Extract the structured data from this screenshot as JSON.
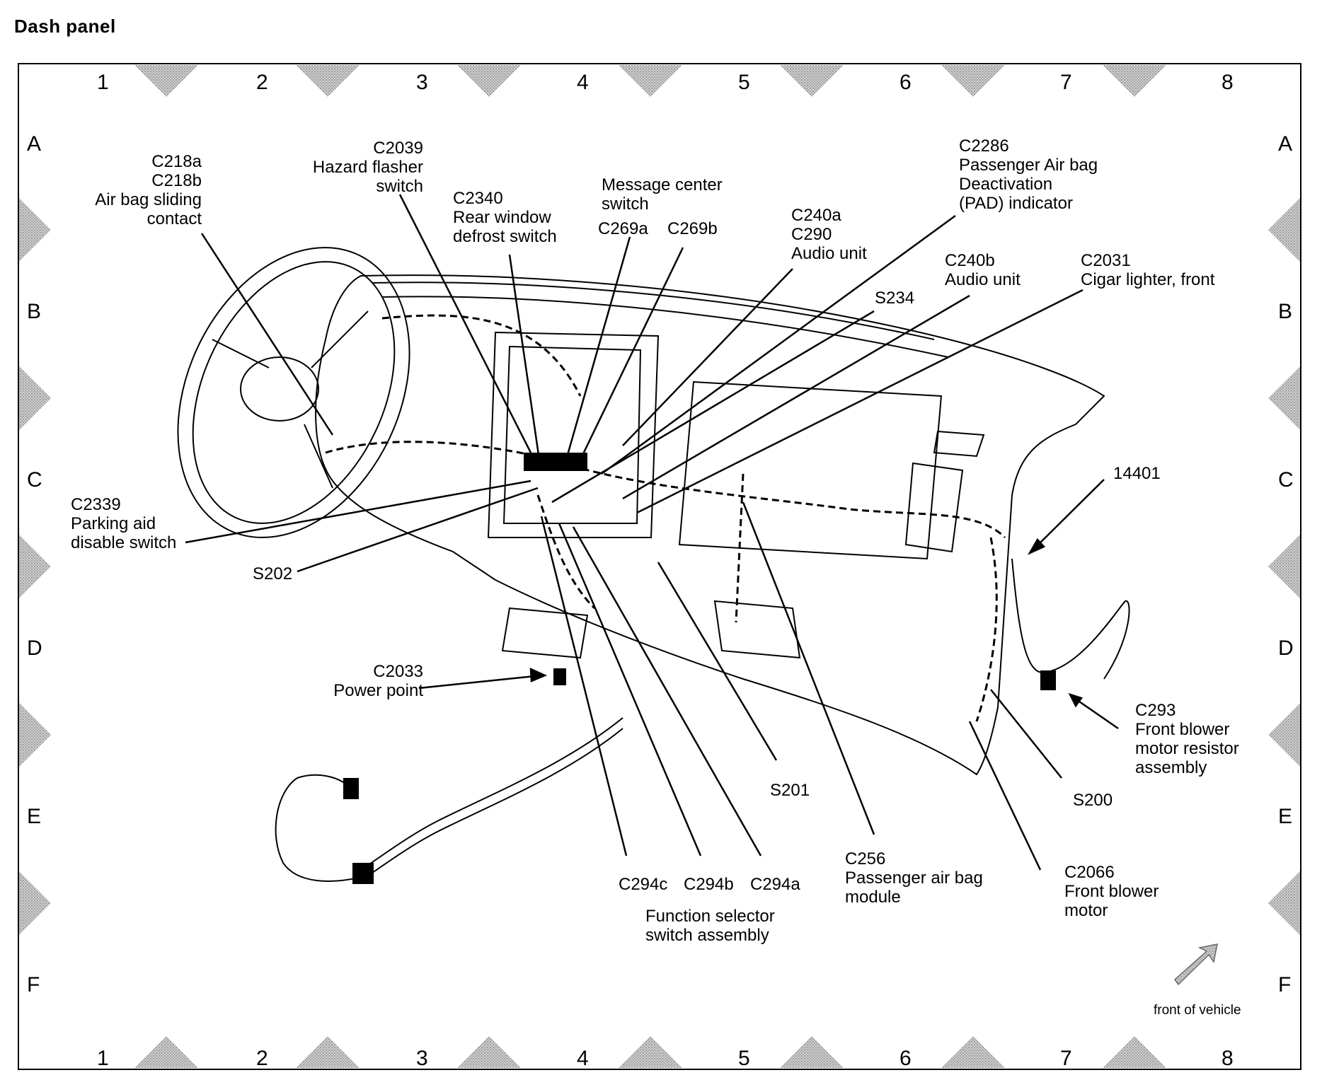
{
  "title": "Dash panel",
  "grid": {
    "columns": [
      "1",
      "2",
      "3",
      "4",
      "5",
      "6",
      "7",
      "8"
    ],
    "rows": [
      "A",
      "B",
      "C",
      "D",
      "E",
      "F"
    ]
  },
  "labels": {
    "c218": "C218a\nC218b\nAir bag sliding\ncontact",
    "c2039": "C2039\nHazard flasher\nswitch",
    "c2340": "C2340\nRear window\ndefrost switch",
    "message_center": "Message center\nswitch",
    "c269a": "C269a",
    "c269b": "C269b",
    "c240a": "C240a\nC290\nAudio unit",
    "c2286": "C2286\nPassenger Air bag\nDeactivation\n(PAD) indicator",
    "c240b": "C240b\nAudio unit",
    "s234": "S234",
    "c2031": "C2031\nCigar lighter, front",
    "c2339": "C2339\nParking aid\ndisable switch",
    "s202": "S202",
    "ref_14401": "14401",
    "c2033": "C2033\nPower point",
    "c293": "C293\nFront blower\nmotor resistor\nassembly",
    "s201": "S201",
    "s200": "S200",
    "c294c": "C294c",
    "c294b": "C294b",
    "c294a": "C294a",
    "function_selector": "Function selector\nswitch assembly",
    "c256": "C256\nPassenger air bag\nmodule",
    "c2066": "C2066\nFront blower\nmotor",
    "front_of_vehicle": "front of vehicle"
  }
}
